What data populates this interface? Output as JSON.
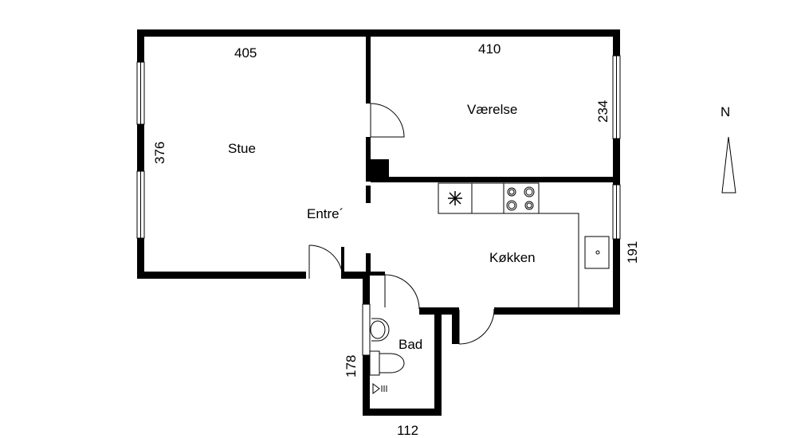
{
  "rooms": {
    "stue": "Stue",
    "vaerelse": "Værelse",
    "entre": "Entre´",
    "kokken": "Køkken",
    "bad": "Bad"
  },
  "dimensions": {
    "stue_width": "405",
    "stue_height": "376",
    "vaerelse_width": "410",
    "vaerelse_height": "234",
    "kokken_height": "191",
    "bad_height": "178",
    "bad_width": "112"
  },
  "compass": {
    "label": "N"
  }
}
